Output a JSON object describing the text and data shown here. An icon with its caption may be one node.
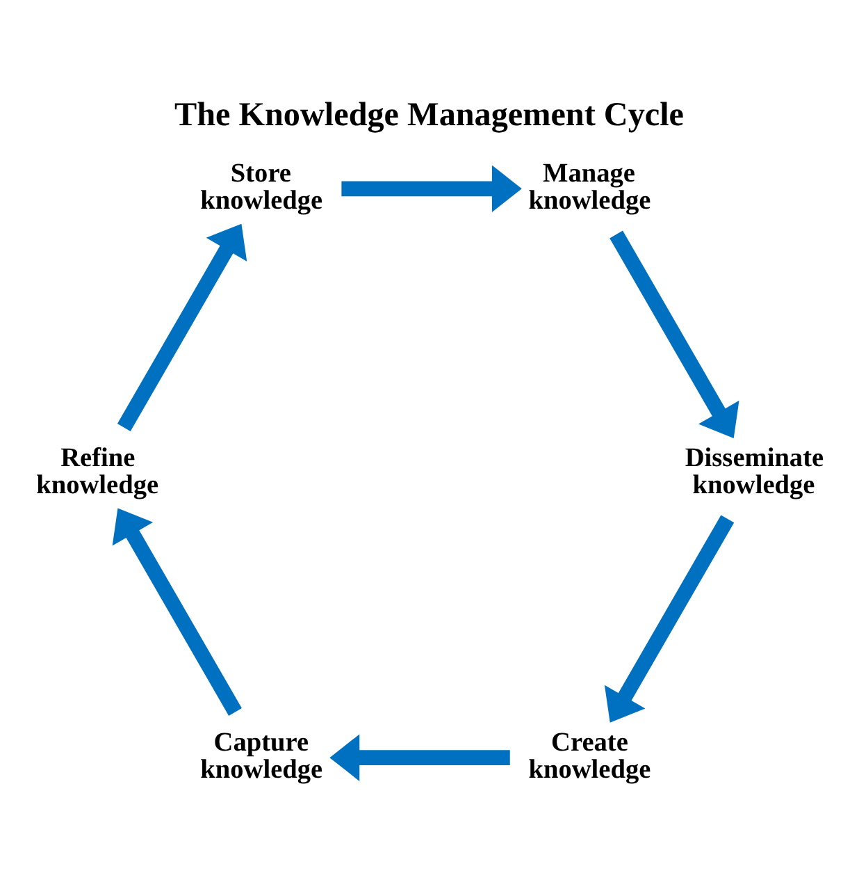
{
  "diagram": {
    "title": "The Knowledge Management Cycle",
    "nodes": [
      {
        "text": [
          "Create knowledge"
        ]
      },
      {
        "text": [
          "Capture knowledge"
        ]
      },
      {
        "text": [
          "Refine knowledge"
        ]
      },
      {
        "text": [
          "Store knowledge"
        ]
      },
      {
        "text": [
          "Manage knowledge"
        ]
      },
      {
        "text": [
          "Disseminate knowledge"
        ]
      }
    ],
    "edges": [
      {
        "from": 0,
        "to": 1,
        "arrow": "to"
      },
      {
        "from": 1,
        "to": 2,
        "arrow": "to"
      },
      {
        "from": 2,
        "to": 3,
        "arrow": "to"
      },
      {
        "from": 3,
        "to": 4,
        "arrow": "to"
      },
      {
        "from": 4,
        "to": 5,
        "arrow": "to"
      },
      {
        "from": 5,
        "to": 0,
        "arrow": "to"
      }
    ]
  }
}
